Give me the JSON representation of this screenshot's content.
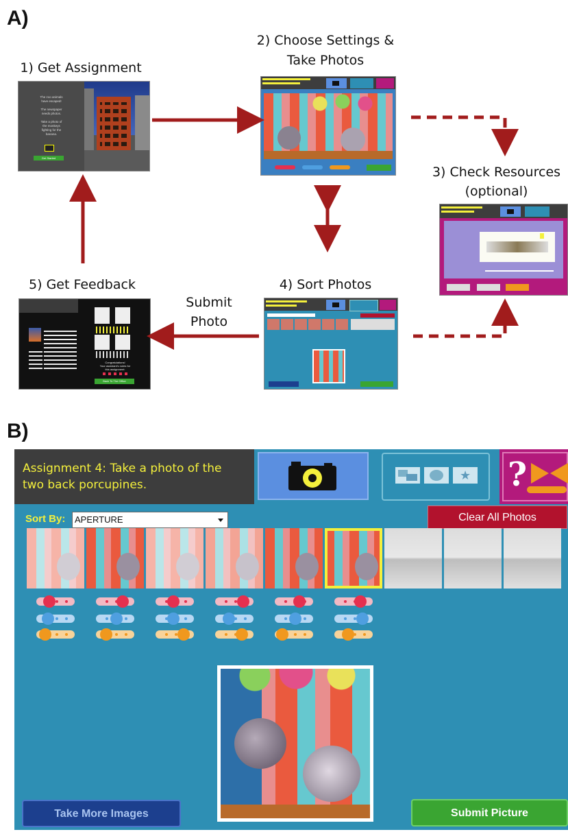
{
  "panel_a_letter": "A)",
  "panel_b_letter": "B)",
  "steps": {
    "get_assignment": "1) Get Assignment",
    "choose_settings_line1": "2) Choose Settings &",
    "choose_settings_line2": "Take Photos",
    "check_resources_line1": "3) Check Resources",
    "check_resources_line2": "(optional)",
    "sort_photos": "4) Sort Photos",
    "get_feedback": "5) Get Feedback"
  },
  "submit_photo": {
    "line1": "Submit",
    "line2": "Photo"
  },
  "mini_assignment": {
    "lines": [
      "The zoo animals",
      "have escaped!",
      "",
      "The newspaper",
      "needs photos.",
      "",
      "Take a photo of",
      "the monkeys",
      "fighting for the",
      "banana."
    ],
    "button": "Get Started"
  },
  "mini_feedback": {
    "congrats_line1": "Congratulations!",
    "congrats_line2": "Your assistant's notes for",
    "congrats_line3": "this assignment:",
    "button": "Back To The Office"
  },
  "interface": {
    "assignment_line1": "Assignment 4: Take a photo of the",
    "assignment_line2": "two back porcupines.",
    "sort_by_label": "Sort By:",
    "sort_by_value": "APERTURE",
    "clear_all_button": "Clear All Photos",
    "take_more_button": "Take More Images",
    "submit_button": "Submit Picture",
    "help_symbol": "?",
    "photo_count": 6,
    "empty_slots": 3,
    "selected_photo_index": 5,
    "slider_levels": [
      {
        "red": 0.25,
        "blue": 0.2,
        "orange": 0.1
      },
      {
        "red": 0.8,
        "blue": 0.55,
        "orange": 0.15
      },
      {
        "red": 0.45,
        "blue": 0.45,
        "orange": 0.85
      },
      {
        "red": 0.85,
        "blue": 0.3,
        "orange": 0.8
      },
      {
        "red": 0.7,
        "blue": 0.55,
        "orange": 0.05
      },
      {
        "red": 0.75,
        "blue": 0.85,
        "orange": 0.3
      }
    ]
  },
  "colors": {
    "arrow_red": "#a11c1c",
    "interface_blue": "#2e8fb4",
    "header_dark": "#3d3d3d",
    "assignment_yellow": "#f4f03c",
    "clear_button_red": "#b2122d",
    "submit_green": "#3aa532",
    "take_more_blue": "#1c3f8e",
    "help_magenta": "#b31a7c",
    "slider_red": "#e5304f",
    "slider_blue": "#4f9fe0",
    "slider_orange": "#f0981e"
  }
}
